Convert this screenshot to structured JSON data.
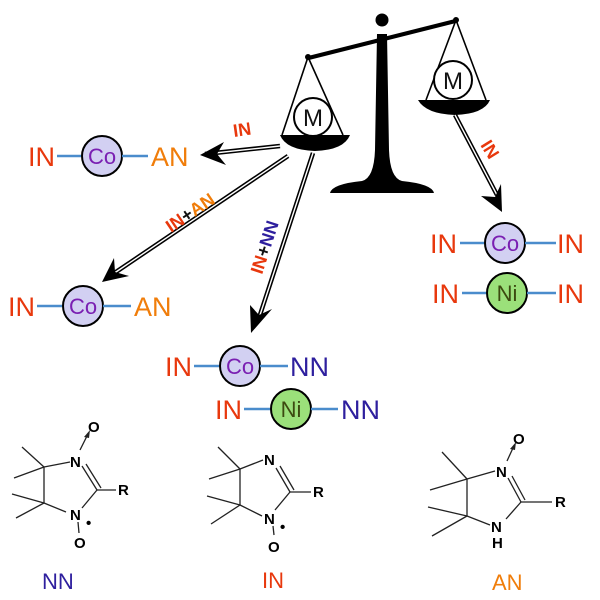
{
  "colors": {
    "IN": "#e8380d",
    "AN": "#f07d0a",
    "NN": "#2e1f9e",
    "Co_fill": "#d2d0f2",
    "Co_text": "#7a1fb2",
    "Ni_fill": "#9be07a",
    "Ni_text": "#3c4a10",
    "bond": "#4a8ccc",
    "plus": "#111111"
  },
  "balance": {
    "left_pan_label": "M",
    "right_pan_label": "M"
  },
  "arrows": [
    {
      "id": "to-co-in-an-top",
      "label_parts": [
        {
          "text": "IN",
          "ligand": "IN"
        }
      ]
    },
    {
      "id": "to-co-in-an-lower",
      "label_parts": [
        {
          "text": "IN",
          "ligand": "IN"
        },
        {
          "text": "+",
          "ligand": "plus"
        },
        {
          "text": "AN",
          "ligand": "AN"
        }
      ]
    },
    {
      "id": "to-in-nn",
      "label_parts": [
        {
          "text": "IN",
          "ligand": "IN"
        },
        {
          "text": "+",
          "ligand": "plus"
        },
        {
          "text": "NN",
          "ligand": "NN"
        }
      ]
    },
    {
      "id": "to-in-in",
      "label_parts": [
        {
          "text": "IN",
          "ligand": "IN"
        }
      ]
    }
  ],
  "complexes": [
    {
      "id": "co-in-an-top",
      "left": "IN",
      "metal": "Co",
      "right": "AN"
    },
    {
      "id": "co-in-an-lower",
      "left": "IN",
      "metal": "Co",
      "right": "AN"
    },
    {
      "id": "co-in-nn",
      "left": "IN",
      "metal": "Co",
      "right": "NN"
    },
    {
      "id": "ni-in-nn",
      "left": "IN",
      "metal": "Ni",
      "right": "NN"
    },
    {
      "id": "co-in-in",
      "left": "IN",
      "metal": "Co",
      "right": "IN"
    },
    {
      "id": "ni-in-in",
      "left": "IN",
      "metal": "Ni",
      "right": "IN"
    }
  ],
  "structures": [
    {
      "name": "NN",
      "atoms": {
        "n_top": "N",
        "o_top": "O",
        "n_bottom": "N",
        "o_bottom": "O",
        "r": "R",
        "radical": "•"
      }
    },
    {
      "name": "IN",
      "atoms": {
        "n_top": "N",
        "n_bottom": "N",
        "o_bottom": "O",
        "r": "R",
        "radical": "•"
      }
    },
    {
      "name": "AN",
      "atoms": {
        "n_top": "N",
        "o_top": "O",
        "n_bottom": "N",
        "h_bottom": "H",
        "r": "R"
      }
    }
  ]
}
